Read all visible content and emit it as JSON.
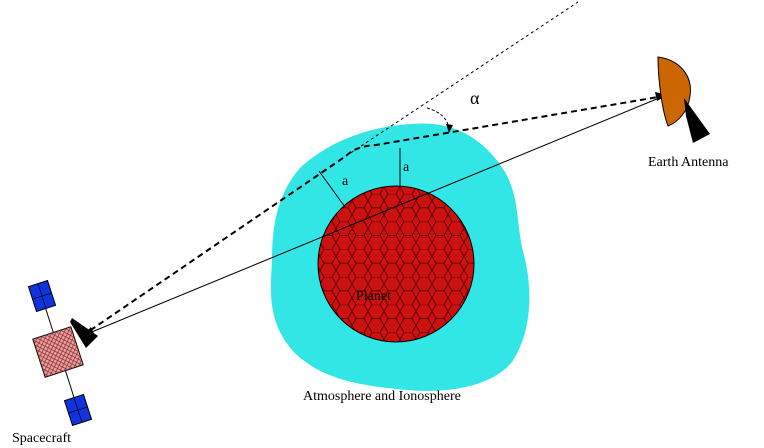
{
  "labels": {
    "alpha": "α",
    "radius_a_1": "a",
    "radius_a_2": "a",
    "planet": "Planet",
    "earth_antenna": "Earth Antenna",
    "atmosphere": "Atmosphere and Ionosphere",
    "spacecraft": "Spacecraft"
  },
  "colors": {
    "atmosphere": "#33e6e6",
    "planet": "#cc1111",
    "planet_grid": "#5a0000",
    "antenna_dish": "#cc6600",
    "antenna_base": "#000000",
    "solar_panel": "#1133dd",
    "spacecraft_body": "#f0a0a0"
  }
}
